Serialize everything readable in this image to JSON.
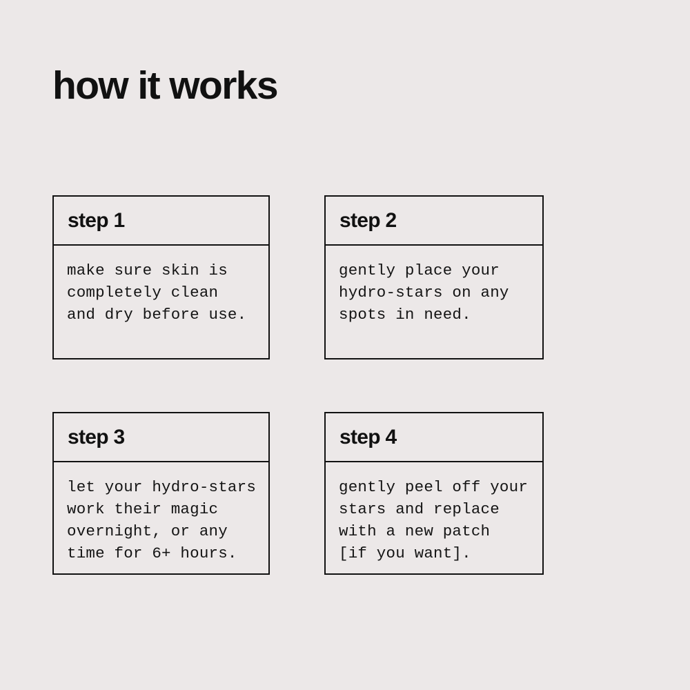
{
  "page": {
    "title": "how it works",
    "background_color": "#ECE8E8",
    "ink_color": "#111111"
  },
  "steps": [
    {
      "header": "step 1",
      "body": "make sure skin is\ncompletely clean\nand dry before use."
    },
    {
      "header": "step 2",
      "body": "gently place your\nhydro-stars on any\nspots in need."
    },
    {
      "header": "step 3",
      "body": "let your hydro-stars\nwork their magic\novernight, or any\ntime for 6+ hours."
    },
    {
      "header": "step 4",
      "body": "gently peel off your\nstars and replace\nwith a new patch\n[if you want]."
    }
  ]
}
